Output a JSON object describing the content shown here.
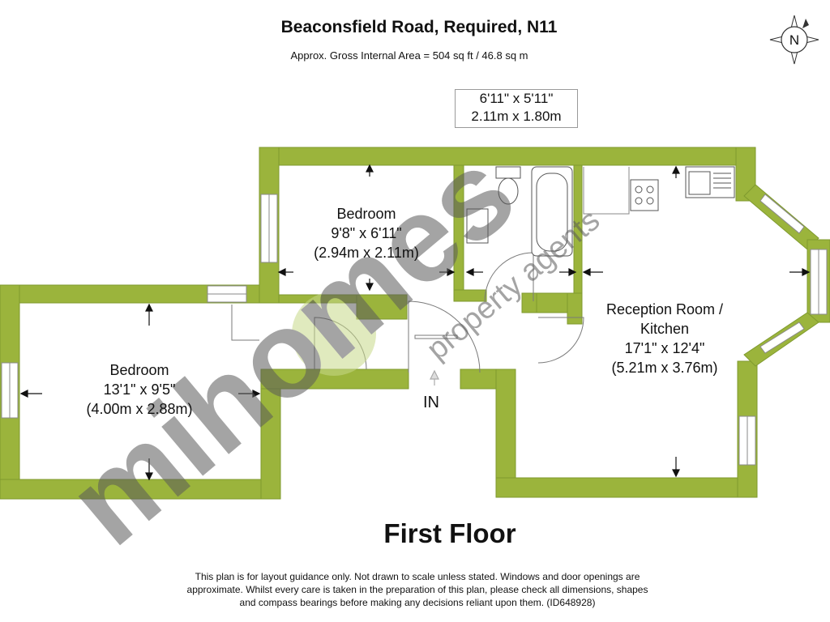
{
  "header": {
    "title": "Beaconsfield Road, Required, N11",
    "area": "Approx. Gross Internal Area = 504 sq ft / 46.8 sq m"
  },
  "compass": {
    "letter": "N",
    "icon": "compass-icon"
  },
  "rooms": {
    "bedroom_left": {
      "name": "Bedroom",
      "imperial": "13'1\" x 9'5\"",
      "metric": "(4.00m x 2.88m)"
    },
    "bedroom_top": {
      "name": "Bedroom",
      "imperial": "9'8\" x 6'11\"",
      "metric": "(2.94m x 2.11m)"
    },
    "bathroom": {
      "imperial": "6'11\" x 5'11\"",
      "metric": "2.11m x 1.80m"
    },
    "reception": {
      "name_line1": "Reception Room /",
      "name_line2": "Kitchen",
      "imperial": "17'1\" x 12'4\"",
      "metric": "(5.21m x 3.76m)"
    }
  },
  "entrance": "IN",
  "floor_label": "First Floor",
  "disclaimer": "This plan is for layout guidance only. Not drawn to scale unless stated. Windows and door openings are approximate. Whilst every care is taken in the preparation of this plan, please check all dimensions, shapes and compass bearings before making any decisions reliant upon them. (ID648928)",
  "watermark": {
    "text": "mihomes",
    "subtext": "property agents"
  },
  "colors": {
    "wall": "#9bb43c",
    "window": "#ffffff",
    "fixture": "#555555",
    "watermark": "#5a5a5a",
    "watermark_accent": "#c8d98a"
  }
}
